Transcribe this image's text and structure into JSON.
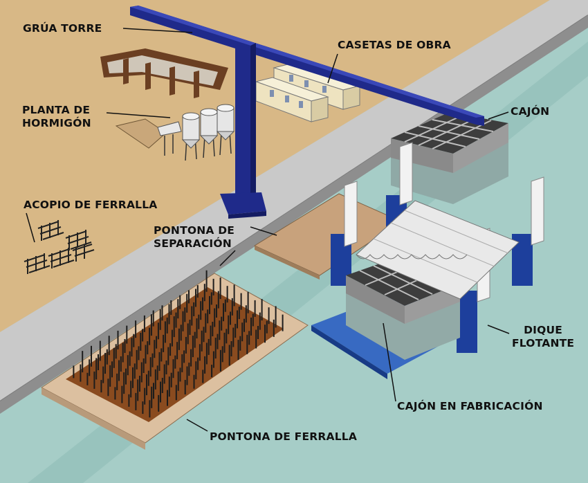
{
  "labels": {
    "crane": "GRÚA TORRE",
    "site_huts": "CASETAS DE OBRA",
    "concrete_plant": "PLANTA DE\nHORMIGÓN",
    "caisson": "CAJÓN",
    "rebar_storage": "ACOPIO DE FERRALLA",
    "separation_pontoon": "PONTONA DE\nSEPARACIÓN",
    "floating_dock": "DIQUE\nFLOTANTE",
    "caisson_in_construction": "CAJÓN EN FABRICACIÓN",
    "rebar_pontoon": "PONTONA DE FERRALLA"
  },
  "colors": {
    "ground": "#d8b886",
    "quay": "#c9c9c9",
    "water": "#a6cdc7",
    "crane_blue": "#1f2a8a",
    "dock_blue": "#1d3f9c",
    "concrete": "#9a9a9a",
    "pontoon": "#c8a27c",
    "rebar_mat": "#8a4b1f"
  }
}
